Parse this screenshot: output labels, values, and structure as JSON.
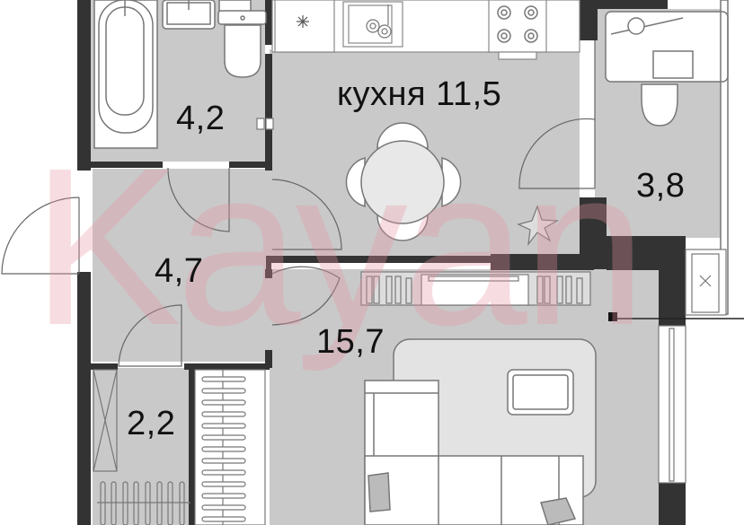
{
  "plan": {
    "type": "apartment-floor-plan",
    "watermark": "Kayan",
    "colors": {
      "floor": "#c9c9c9",
      "wall": "#333333",
      "furniture_fill": "#ffffff",
      "furniture_stroke": "#777777",
      "watermark": "#e696a5",
      "label": "#111111"
    },
    "rooms": [
      {
        "id": "bathroom",
        "label": "4,2",
        "area": 4.2
      },
      {
        "id": "kitchen",
        "label": "кухня 11,5",
        "area": 11.5
      },
      {
        "id": "loggia",
        "label": "3,8",
        "area": 3.8
      },
      {
        "id": "hallway",
        "label": "4,7",
        "area": 4.7
      },
      {
        "id": "living-room",
        "label": "15,7",
        "area": 15.7
      },
      {
        "id": "closet",
        "label": "2,2",
        "area": 2.2
      }
    ]
  }
}
